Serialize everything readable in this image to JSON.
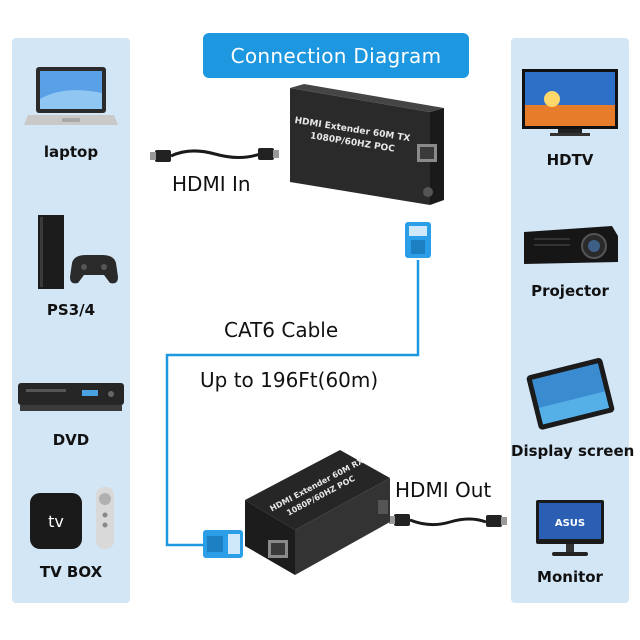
{
  "title": "Connection Diagram",
  "sources": [
    {
      "label": "laptop",
      "icon": "laptop-icon"
    },
    {
      "label": "PS3/4",
      "icon": "game-console-icon"
    },
    {
      "label": "DVD",
      "icon": "dvd-player-icon"
    },
    {
      "label": "TV BOX",
      "icon": "tv-box-icon"
    }
  ],
  "displays": [
    {
      "label": "HDTV",
      "icon": "tv-icon"
    },
    {
      "label": "Projector",
      "icon": "projector-icon"
    },
    {
      "label": "Display screen",
      "icon": "tablet-icon"
    },
    {
      "label": "Monitor",
      "icon": "monitor-icon"
    }
  ],
  "hdmi_in": "HDMI In",
  "hdmi_out": "HDMI Out",
  "cable_label": "CAT6 Cable",
  "cable_range": "Up to 196Ft(60m)",
  "transmitter": {
    "line1": "HDMI Extender 60M TX",
    "line2": "1080P/60HZ POC"
  },
  "receiver": {
    "line1": "HDMI Extender 60M RX",
    "line2": "1080P/60HZ POC"
  },
  "colors": {
    "banner": "#1d97df",
    "panel": "#d3e6f6",
    "cable": "#1d97df"
  }
}
